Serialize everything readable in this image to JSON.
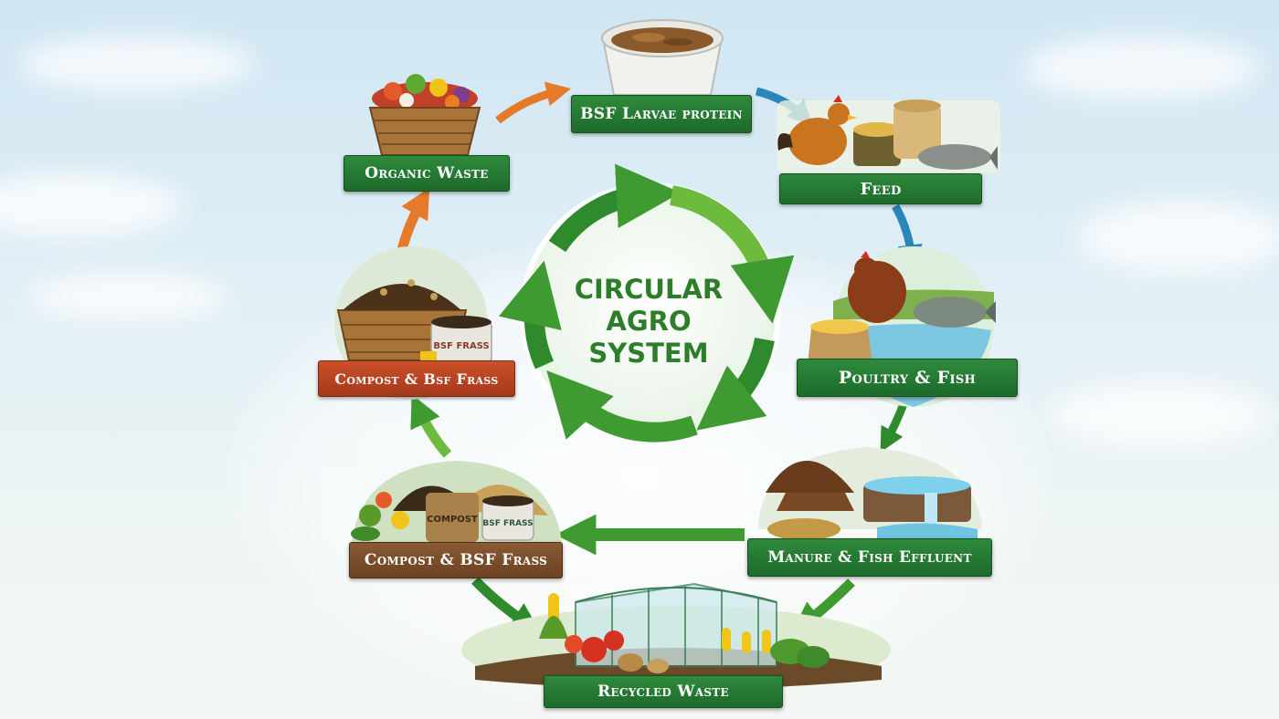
{
  "diagram": {
    "center_title_lines": [
      "CIRCULAR",
      "AGRO",
      "SYSTEM"
    ],
    "nodes": {
      "organic_waste": "Organic Waste",
      "bsf_larvae": "BSF Larvae protein",
      "feed": "Feed",
      "poultry_fish": "Poultry & Fish",
      "manure": "Manure & Fish Effluent",
      "recycled": "Recycled Waste",
      "compost_lower": "Compost & BSF Frass",
      "compost_upper": "Compost & Bsf Frass"
    },
    "sack_labels": {
      "frass_upper": "BSF FRASS",
      "compost": "COMPOST",
      "frass_lower": "BSF FRASS"
    },
    "colors": {
      "green_label": "#1d6a2b",
      "red_label": "#a5381a",
      "brown_label": "#6b4223",
      "cycle_arrow": "#3f9a32",
      "orange_arrow": "#e57a2a",
      "blue_arrow": "#2a86b8"
    }
  }
}
